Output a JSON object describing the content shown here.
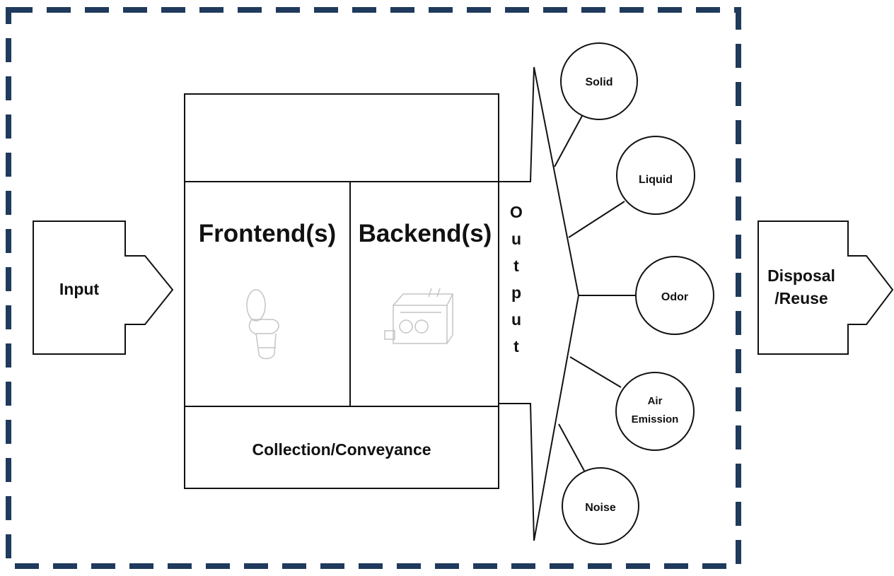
{
  "diagram": {
    "input_label": "Input",
    "frontend_label": "Frontend(s)",
    "backend_label": "Backend(s)",
    "collection_label": "Collection/Conveyance",
    "output_letters": [
      "O",
      "u",
      "t",
      "p",
      "u",
      "t"
    ],
    "outputs": [
      {
        "label_lines": [
          "Solid"
        ]
      },
      {
        "label_lines": [
          "Liquid"
        ]
      },
      {
        "label_lines": [
          "Odor"
        ]
      },
      {
        "label_lines": [
          "Air",
          "Emission"
        ]
      },
      {
        "label_lines": [
          "Noise"
        ]
      }
    ],
    "disposal_lines": [
      "Disposal",
      "/Reuse"
    ],
    "frontend_icon": "toilet-icon",
    "backend_icon": "treatment-unit-icon"
  },
  "colors": {
    "border_dash": "#1f3a5c",
    "stroke": "#111111",
    "icon": "#c4c4c4"
  }
}
